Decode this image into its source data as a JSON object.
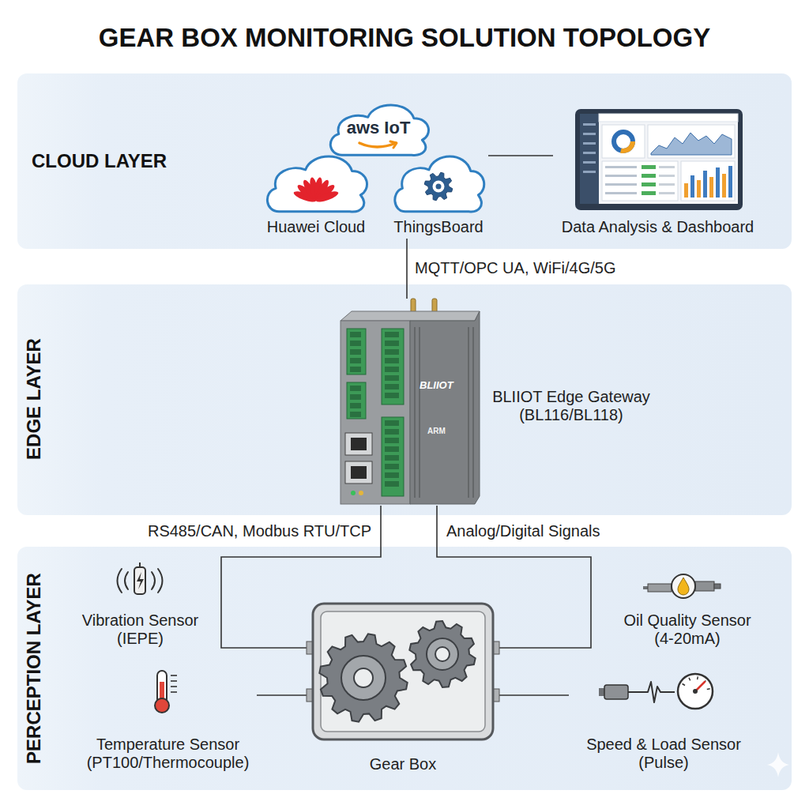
{
  "diagram": {
    "title": "GEAR BOX MONITORING SOLUTION TOPOLOGY",
    "nodes": [
      {
        "text": [
          "CLOUD LAYER"
        ]
      },
      {
        "text": [
          "aws IoT"
        ],
        "in": 0
      },
      {
        "text": [
          "Huawei Cloud"
        ],
        "in": 0
      },
      {
        "text": [
          "ThingsBoard"
        ],
        "in": 0
      },
      {
        "text": [
          "Data Analysis & Dashboard"
        ],
        "in": 0
      },
      {
        "text": [
          "EDGE LAYER"
        ]
      },
      {
        "text": [
          "BLIIOT Edge Gateway (BL116/BL118)"
        ],
        "in": 5
      },
      {
        "text": [
          "PERCEPTION LAYER"
        ]
      },
      {
        "text": [
          "Vibration Sensor (IEPE)"
        ],
        "in": 7
      },
      {
        "text": [
          "Oil Quality Sensor (4-20mA)"
        ],
        "in": 7
      },
      {
        "text": [
          "Temperature Sensor (PT100/Thermocouple)"
        ],
        "in": 7
      },
      {
        "text": [
          "Gear Box"
        ],
        "in": 7
      },
      {
        "text": [
          "Speed & Load Sensor (Pulse)"
        ],
        "in": 7
      }
    ],
    "edges": [
      {
        "from": 3,
        "to": 4,
        "arrow": "none"
      },
      {
        "from": 3,
        "to": 6,
        "label": "MQTT/OPC UA, WiFi/4G/5G",
        "arrow": "none"
      },
      {
        "from": 6,
        "to": 11,
        "label": "RS485/CAN, Modbus RTU/TCP",
        "arrow": "none"
      },
      {
        "from": 6,
        "to": 11,
        "label": "Analog/Digital Signals",
        "arrow": "none"
      },
      {
        "from": 10,
        "to": 11,
        "arrow": "none"
      },
      {
        "from": 11,
        "to": 12,
        "arrow": "none"
      }
    ],
    "labels": [
      "BLIIOT",
      "ARM"
    ]
  }
}
